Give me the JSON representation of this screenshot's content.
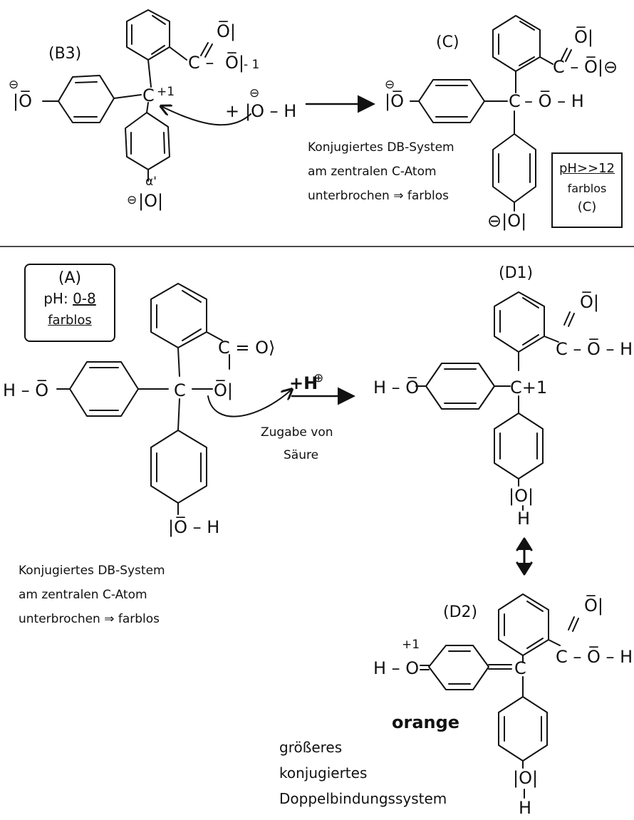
{
  "top": {
    "b3": {
      "label": "(B3)",
      "o_left": "|O̅",
      "charge_left": "⊖",
      "carbon": "C",
      "carbon_charge": "+1",
      "carboxyl_o_top": "O̅|",
      "carboxyl_c": "C –",
      "carboxyl_o": "O̅|",
      "carboxyl_charge": "- 1",
      "o_bottom": "|O|",
      "o_bottom_charge": "⊖",
      "o_bottom_mark": "α'"
    },
    "reagent": {
      "plus": "+",
      "oh": "|O – H",
      "charge": "⊖"
    },
    "c": {
      "label": "(C)",
      "o_left": "|O̅",
      "charge_left": "⊖",
      "carbon": "C",
      "oh": "– O̅ – H",
      "carboxyl_o_top": "O̅|",
      "carboxyl": "C – O̅|⊖",
      "o_bottom": "⊖|O|"
    },
    "note_lines": [
      "Konjugiertes DB-System",
      "am zentralen C-Atom",
      "unterbrochen ⇒ farblos"
    ],
    "ph_box": {
      "ph": "pH>>12",
      "color": "farblos",
      "name": "(C)"
    }
  },
  "bottom": {
    "a_box": {
      "name": "(A)",
      "ph_prefix": "pH:",
      "ph_value": "0-8",
      "color": "farblos"
    },
    "a": {
      "ho_left": "H – O̅",
      "carbon": "C",
      "lactone_o": "O̅|",
      "carbonyl": "C = O⟩",
      "oh_bottom": "|O̅ – H"
    },
    "reagent": {
      "h": "+H",
      "charge": "⊕",
      "caption_1": "Zugabe von",
      "caption_2": "Säure"
    },
    "d1": {
      "label": "(D1)",
      "ho_left": "H – O̅",
      "carbon": "C+1",
      "carboxyl_o_top": "O̅|",
      "carboxyl": "C – O̅ – H",
      "oh_bottom_o": "|O|",
      "oh_bottom_h": "H"
    },
    "d2": {
      "label": "(D2)",
      "charge": "+1",
      "ho_left": "H – O",
      "carbon": "C",
      "carboxyl_o_top": "O̅|",
      "carboxyl": "C – O̅ – H",
      "oh_bottom_o": "|O|",
      "oh_bottom_h": "H",
      "color": "orange"
    },
    "note_lines": [
      "Konjugiertes DB-System",
      "am zentralen C-Atom",
      "unterbrochen ⇒ farblos"
    ],
    "d2_note_lines": [
      "größeres",
      "konjugiertes",
      "Doppelbindungssystem"
    ]
  }
}
